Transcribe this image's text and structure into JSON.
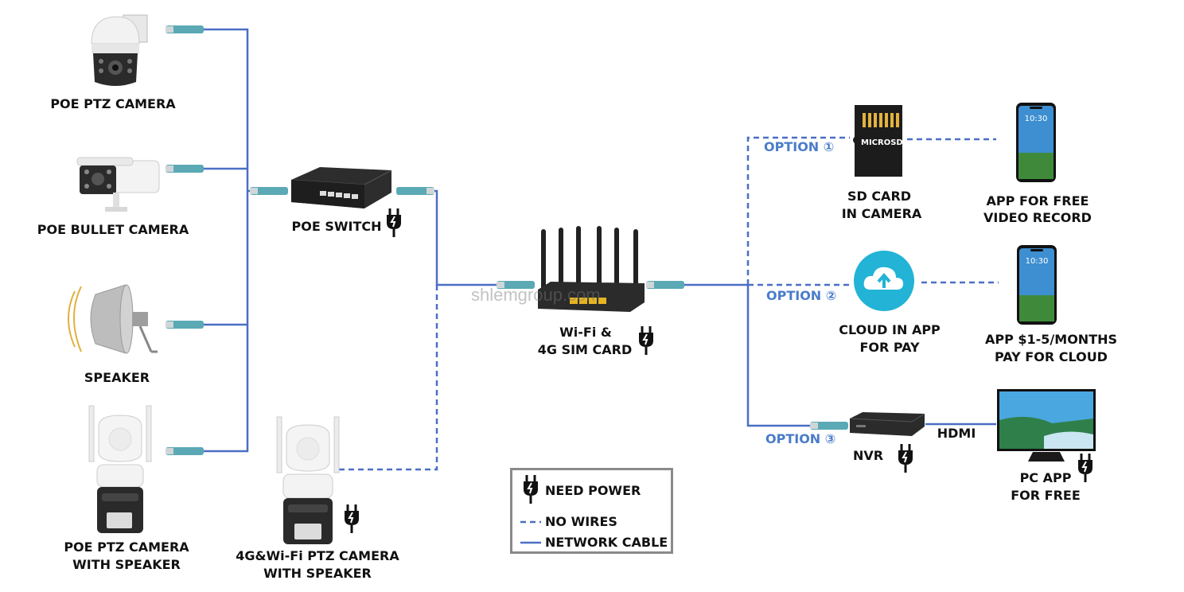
{
  "devices": {
    "poe_ptz_camera": "POE PTZ CAMERA",
    "poe_bullet_camera": "POE  BULLET CAMERA",
    "speaker": "SPEAKER",
    "poe_ptz_speaker_1": "POE PTZ CAMERA",
    "poe_ptz_speaker_2": "WITH SPEAKER",
    "wifi_ptz_speaker_1": "4G&Wi-Fi PTZ CAMERA",
    "wifi_ptz_speaker_2": "WITH SPEAKER",
    "poe_switch": "POE SWITCH",
    "router_1": "Wi-Fi &",
    "router_2": "4G SIM CARD",
    "sd_card_1": "SD CARD",
    "sd_card_2": "IN CAMERA",
    "sd_card_text": "MICROSD",
    "app_free_1": "APP FOR FREE",
    "app_free_2": "VIDEO RECORD",
    "cloud_1": "CLOUD IN APP",
    "cloud_2": "FOR PAY",
    "app_cloud_1": "APP $1-5/MONTHS",
    "app_cloud_2": "PAY FOR CLOUD",
    "nvr": "NVR",
    "hdmi": "HDMI",
    "pc_app_1": "PC APP",
    "pc_app_2": "FOR FREE",
    "phone_time": "10:30"
  },
  "options": {
    "option1": "OPTION ①",
    "option2": "OPTION ②",
    "option3": "OPTION ③"
  },
  "legend": {
    "need_power": "NEED POWER",
    "no_wires": "NO WIRES",
    "network_cable": "NETWORK CABLE"
  },
  "watermark": "shlemgroup.com",
  "colors": {
    "wire": "#4a6fc4",
    "option_text": "#4a7cc9",
    "connector": "#5aa9b5"
  },
  "icons": {
    "power": "plug-icon",
    "upload": "cloud-upload-icon"
  }
}
